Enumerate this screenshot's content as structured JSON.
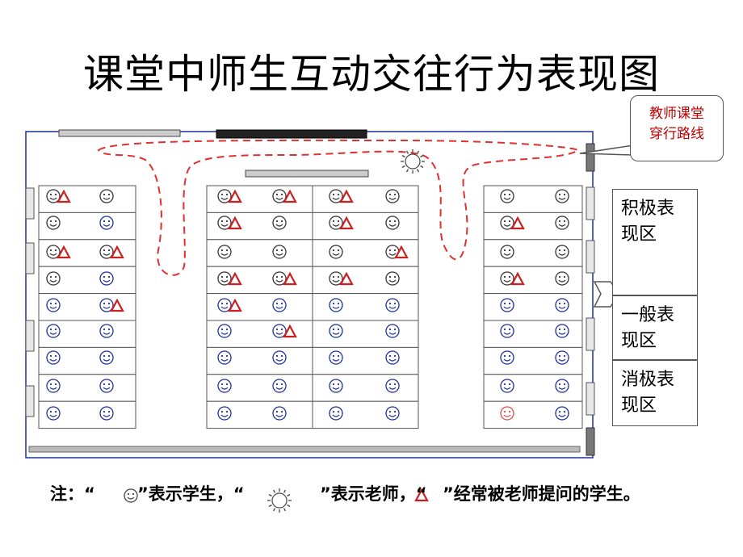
{
  "title": "课堂中师生互动交往行为表现图",
  "callout": {
    "line1": "教师课堂",
    "line2": "穿行路线"
  },
  "zones": [
    {
      "line1": "积极表",
      "line2": "现区"
    },
    {
      "line1": "一般表",
      "line2": "现区"
    },
    {
      "line1": "消极表",
      "line2": "现区"
    }
  ],
  "note": {
    "prefix": "注：“",
    "student_text": "”表示学生，“",
    "teacher_text": "”表示老师，“",
    "triangle_text": "”经常被老师提问的学生。"
  },
  "colors": {
    "active": "#333333",
    "normal": "#1f2f9e",
    "negative": "#e05050",
    "path": "#e03030",
    "triangle": "#cc2020"
  },
  "seating": {
    "left_group": [
      [
        "A",
        "A",
        "A",
        "N"
      ],
      [
        "A",
        "N",
        "N",
        "N"
      ],
      [
        "A",
        "A",
        "A",
        "A"
      ],
      [
        "A",
        "N",
        "N",
        "N"
      ],
      [
        "B",
        "N",
        "B",
        "A"
      ],
      [
        "B",
        "N",
        "B",
        "N"
      ],
      [
        "B",
        "N",
        "B",
        "N"
      ],
      [
        "B",
        "N",
        "B",
        "N"
      ],
      [
        "B",
        "N",
        "B",
        "N"
      ]
    ],
    "middle_group": [
      [
        "A",
        "A",
        "A",
        "A",
        "A",
        "A",
        "A",
        "N"
      ],
      [
        "A",
        "A",
        "A",
        "N",
        "A",
        "A",
        "A",
        "N"
      ],
      [
        "A",
        "N",
        "A",
        "N",
        "A",
        "N",
        "A",
        "A"
      ],
      [
        "A",
        "A",
        "A",
        "A",
        "A",
        "A",
        "A",
        "N"
      ],
      [
        "B",
        "A",
        "B",
        "N",
        "B",
        "N",
        "B",
        "N"
      ],
      [
        "B",
        "N",
        "B",
        "A",
        "B",
        "N",
        "B",
        "N"
      ],
      [
        "B",
        "N",
        "B",
        "N",
        "B",
        "N",
        "B",
        "N"
      ],
      [
        "B",
        "N",
        "B",
        "N",
        "B",
        "N",
        "B",
        "N"
      ],
      [
        "B",
        "N",
        "B",
        "N",
        "B",
        "N",
        "B",
        "N"
      ]
    ],
    "right_group": [
      [
        "A",
        "N",
        "A",
        "N"
      ],
      [
        "A",
        "A",
        "A",
        "N"
      ],
      [
        "A",
        "N",
        "A",
        "N"
      ],
      [
        "A",
        "A",
        "A",
        "N"
      ],
      [
        "B",
        "N",
        "B",
        "N"
      ],
      [
        "B",
        "N",
        "B",
        "N"
      ],
      [
        "B",
        "N",
        "B",
        "N"
      ],
      [
        "B",
        "N",
        "B",
        "N"
      ],
      [
        "C",
        "N",
        "B",
        "N"
      ]
    ]
  }
}
